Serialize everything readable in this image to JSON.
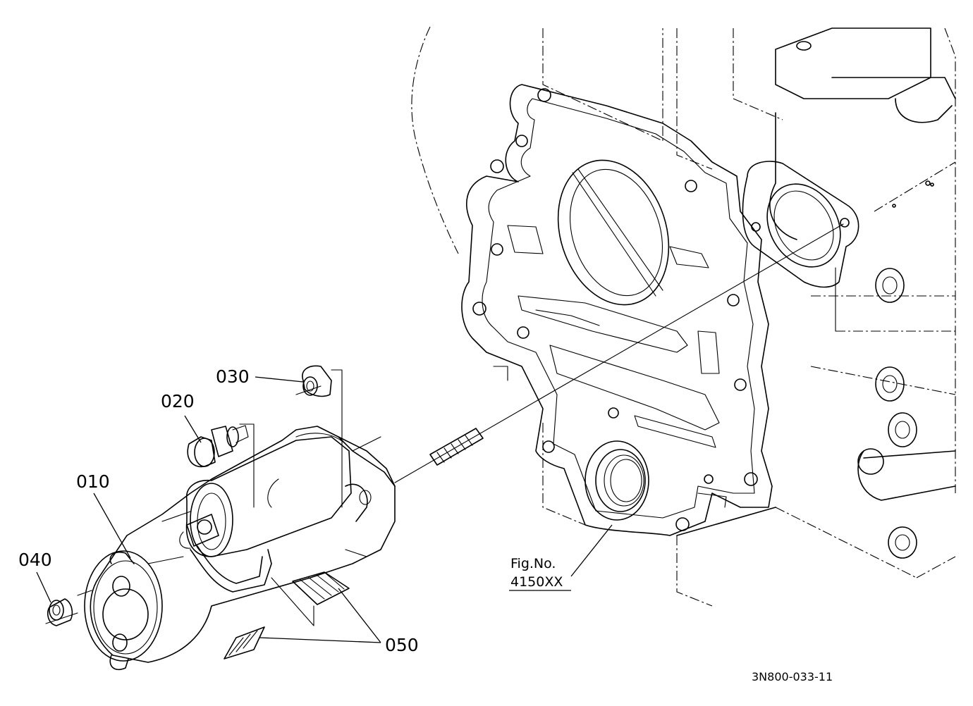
{
  "callouts": {
    "p010": "010",
    "p020": "020",
    "p030": "030",
    "p040": "040",
    "p050": "050"
  },
  "reference": {
    "line1": "Fig.No.",
    "line2": "4150XX"
  },
  "drawing_code": "3N800-033-11"
}
